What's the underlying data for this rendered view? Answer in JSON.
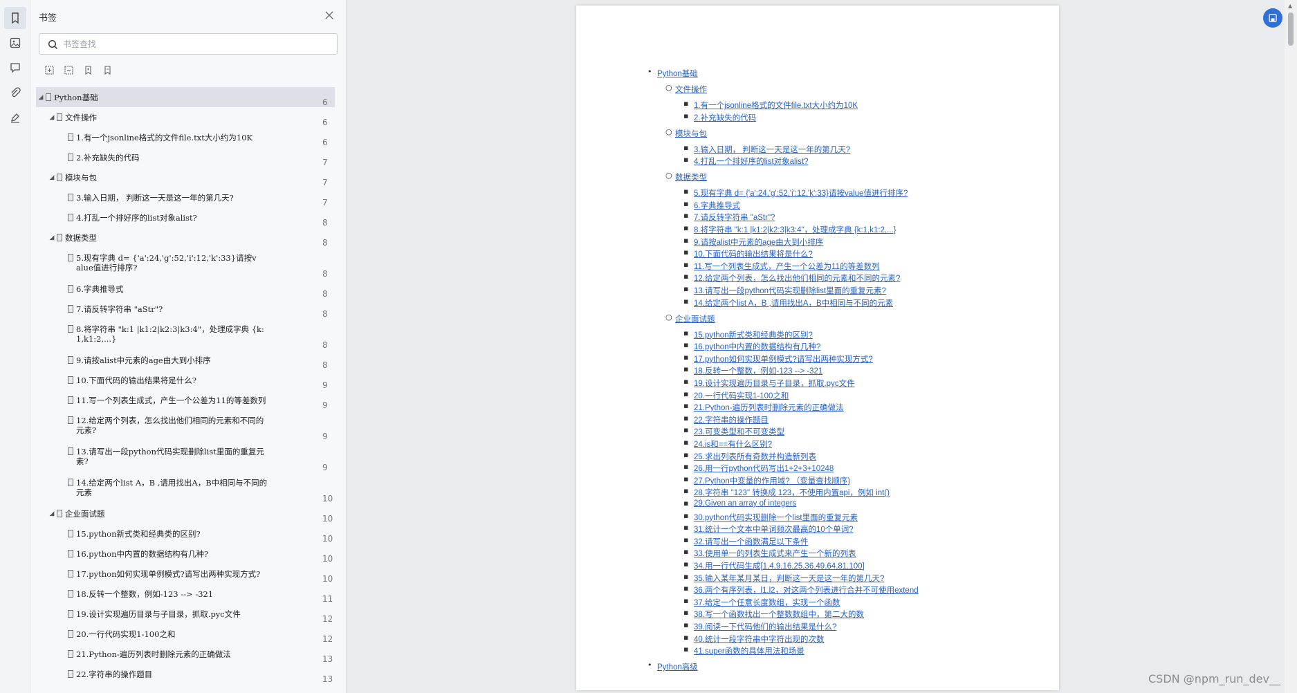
{
  "panel": {
    "title": "书签",
    "search_placeholder": "书签查找"
  },
  "bookmarks": [
    {
      "label": "Python基础",
      "page": "6"
    },
    {
      "label": "文件操作",
      "page": "6"
    },
    {
      "label": "1.有一个jsonline格式的文件file.txt大小约为10K",
      "page": "6"
    },
    {
      "label": "2.补充缺失的代码",
      "page": "7"
    },
    {
      "label": "模块与包",
      "page": "7"
    },
    {
      "label": "3.输入日期， 判断这一天是这一年的第几天?",
      "page": "7"
    },
    {
      "label": "4.打乱一个排好序的list对象alist?",
      "page": "8"
    },
    {
      "label": "数据类型",
      "page": "8"
    },
    {
      "label": "5.现有字典 d= {'a':24,'g':52,'i':12,'k':33}请按v",
      "label2": "alue值进行排序?",
      "page": "8"
    },
    {
      "label": "6.字典推导式",
      "page": "8"
    },
    {
      "label": "7.请反转字符串 \"aStr\"?",
      "page": "8"
    },
    {
      "label": "8.将字符串 \"k:1 |k1:2|k2:3|k3:4\"，处理成字典 {k:",
      "label2": "1,k1:2,...}",
      "page": "8"
    },
    {
      "label": "9.请按alist中元素的age由大到小排序",
      "page": "8"
    },
    {
      "label": "10.下面代码的输出结果将是什么?",
      "page": "9"
    },
    {
      "label": "11.写一个列表生成式，产生一个公差为11的等差数列",
      "page": "9"
    },
    {
      "label": "12.给定两个列表，怎么找出他们相同的元素和不同的",
      "label2": "元素?",
      "page": "9"
    },
    {
      "label": "13.请写出一段python代码实现删除list里面的重复元",
      "label2": "素?",
      "page": "9"
    },
    {
      "label": "14.给定两个list A，B ,请用找出A，B中相同与不同的",
      "label2": "元素",
      "page": "10"
    },
    {
      "label": "企业面试题",
      "page": "10"
    },
    {
      "label": "15.python新式类和经典类的区别?",
      "page": "10"
    },
    {
      "label": "16.python中内置的数据结构有几种?",
      "page": "10"
    },
    {
      "label": "17.python如何实现单例模式?请写出两种实现方式?",
      "page": "10"
    },
    {
      "label": "18.反转一个整数，例如-123 --> -321",
      "page": "11"
    },
    {
      "label": "19.设计实现遍历目录与子目录，抓取.pyc文件",
      "page": "12"
    },
    {
      "label": "20.一行代码实现1-100之和",
      "page": "12"
    },
    {
      "label": "21.Python-遍历列表时删除元素的正确做法",
      "page": "13"
    },
    {
      "label": "22.字符串的操作题目",
      "page": "13"
    }
  ],
  "toc": [
    "Python基础",
    "文件操作",
    "1.有一个jsonline格式的文件file.txt大小约为10K",
    "2.补充缺失的代码",
    "模块与包",
    "3.输入日期， 判断这一天是这一年的第几天?",
    "4.打乱一个排好序的list对象alist?",
    "数据类型",
    "5.现有字典 d= {'a':24,'g':52,'i':12,'k':33}请按value值进行排序?",
    "6.字典推导式",
    "7.请反转字符串 \"aStr\"?",
    "8.将字符串 \"k:1 |k1:2|k2:3|k3:4\"，处理成字典 {k:1,k1:2,...}",
    "9.请按alist中元素的age由大到小排序",
    "10.下面代码的输出结果将是什么?",
    "11.写一个列表生成式，产生一个公差为11的等差数列",
    "12.给定两个列表，怎么找出他们相同的元素和不同的元素?",
    "13.请写出一段python代码实现删除list里面的重复元素?",
    "14.给定两个list A，B ,请用找出A，B中相同与不同的元素",
    "企业面试题",
    "15.python新式类和经典类的区别?",
    "16.python中内置的数据结构有几种?",
    "17.python如何实现单例模式?请写出两种实现方式?",
    "18.反转一个整数，例如-123 --> -321",
    "19.设计实现遍历目录与子目录，抓取.pyc文件",
    "20.一行代码实现1-100之和",
    "21.Python-遍历列表时删除元素的正确做法",
    "22.字符串的操作题目",
    "23.可变类型和不可变类型",
    "24.is和==有什么区别?",
    "25.求出列表所有奇数并构造新列表",
    "26.用一行python代码写出1+2+3+10248",
    "27.Python中变量的作用域? （变量查找顺序)",
    "28.字符串 \"123\" 转换成 123，不使用内置api，例如 int()",
    "29.Given an array of integers",
    "30.python代码实现删除一个list里面的重复元素",
    "31.统计一个文本中单词频次最高的10个单词?",
    "32.请写出一个函数满足以下条件",
    "33.使用单一的列表生成式来产生一个新的列表",
    "34.用一行代码生成[1,4,9,16,25,36,49,64,81,100]",
    "35.输入某年某月某日，判断这一天是这一年的第几天?",
    "36.两个有序列表，l1,l2，对这两个列表进行合并不可使用extend",
    "37.给定一个任意长度数组，实现一个函数",
    "38.写一个函数找出一个整数数组中，第二大的数",
    "39.阅读一下代码他们的输出结果是什么?",
    "40.统计一段字符串中字符出现的次数",
    "41.super函数的具体用法和场景",
    "Python高级"
  ],
  "watermark": "CSDN @npm_run_dev__"
}
